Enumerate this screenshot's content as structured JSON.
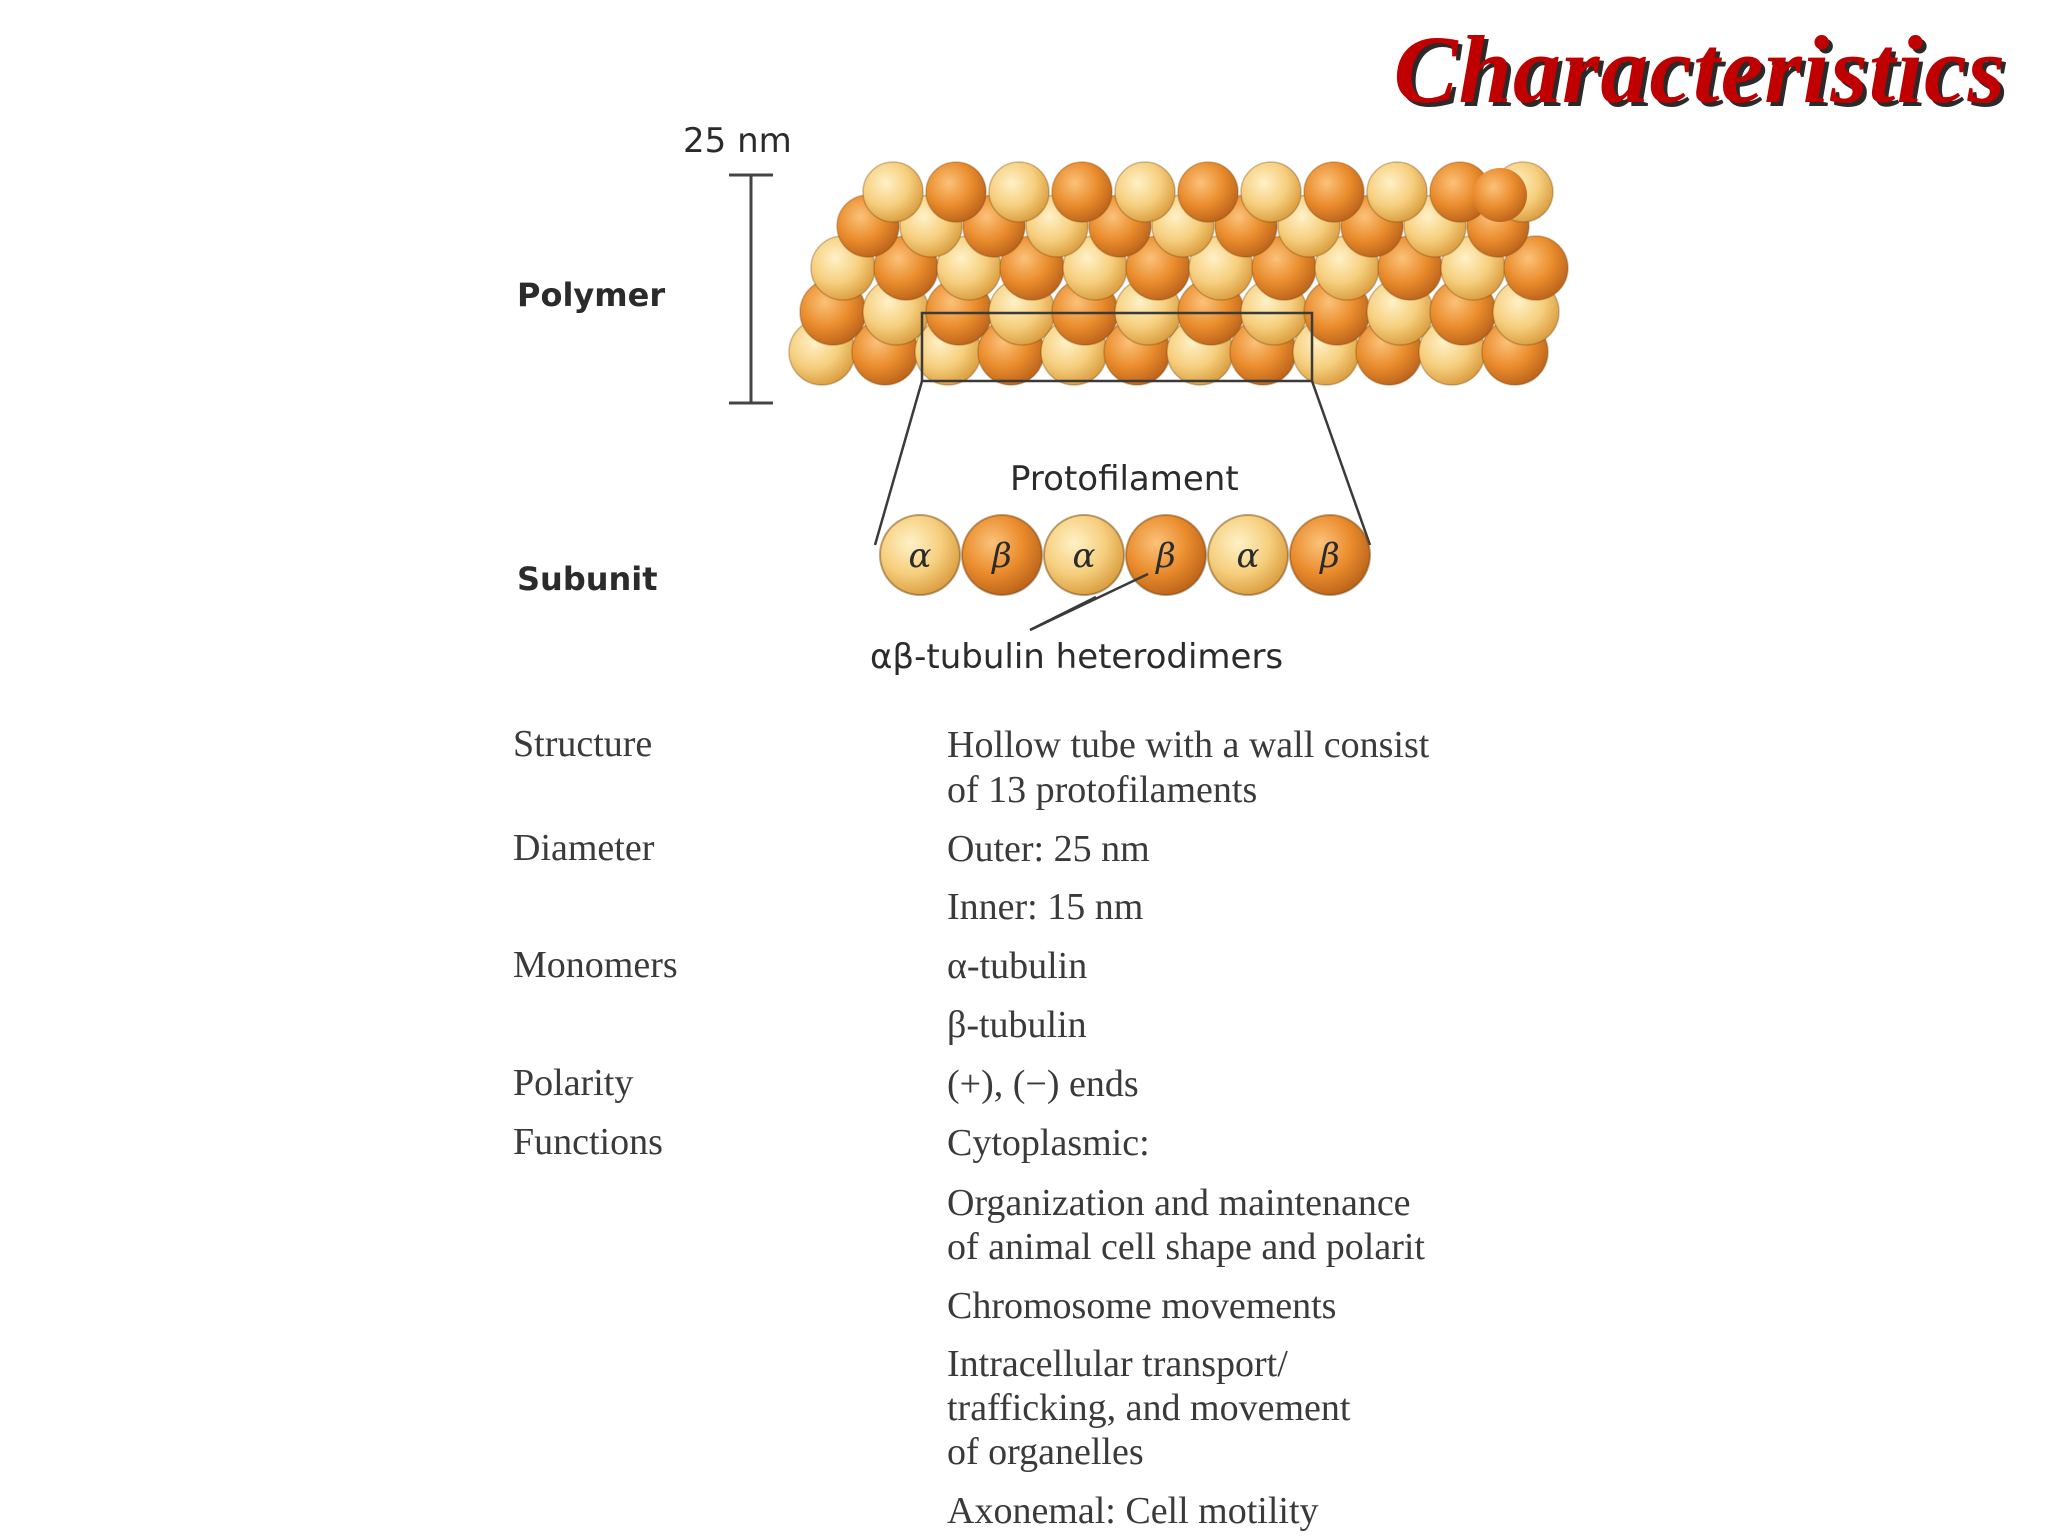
{
  "slide": {
    "title": "Characteristics"
  },
  "diagram": {
    "scale_label": "25 nm",
    "polymer_label": "Polymer",
    "protofilament_label": "Protofilament",
    "subunit_label": "Subunit",
    "subunits": [
      "α",
      "β",
      "α",
      "β",
      "α",
      "β"
    ],
    "heterodimer_label": "αβ-tubulin heterodimers",
    "colors": {
      "alpha": "#f6cf7e",
      "beta": "#ea8c2c",
      "outline": "#7a4a10"
    }
  },
  "table": {
    "structure_label": "Structure",
    "structure_line1": "Hollow tube with a wall consist",
    "structure_line2": "of 13 protofilaments",
    "diameter_label": "Diameter",
    "diameter_outer": "Outer: 25 nm",
    "diameter_inner": "Inner: 15 nm",
    "monomers_label": "Monomers",
    "monomer_alpha": "α-tubulin",
    "monomer_beta": "β-tubulin",
    "polarity_label": "Polarity",
    "polarity_value": "(+), (−) ends",
    "functions_label": "Functions",
    "func_cytoplasmic": "Cytoplasmic:",
    "func_org_line1": "Organization and maintenance",
    "func_org_line2": "of animal cell shape and polarit",
    "func_chromosome": "Chromosome movements",
    "func_transport_line1": "Intracellular transport/",
    "func_transport_line2": "trafficking, and movement",
    "func_transport_line3": "of organelles",
    "func_axonemal": "Axonemal: Cell motility"
  }
}
